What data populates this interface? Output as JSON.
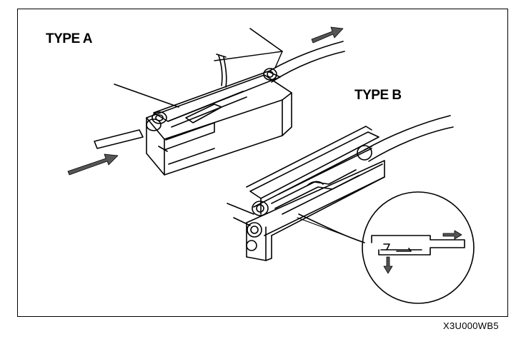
{
  "labels": {
    "type_a": "TYPE A",
    "type_b": "TYPE B",
    "figure_code": "X3U000WB5"
  },
  "colors": {
    "line": "#000000",
    "background": "#ffffff",
    "arrow_fill": "#555555"
  }
}
